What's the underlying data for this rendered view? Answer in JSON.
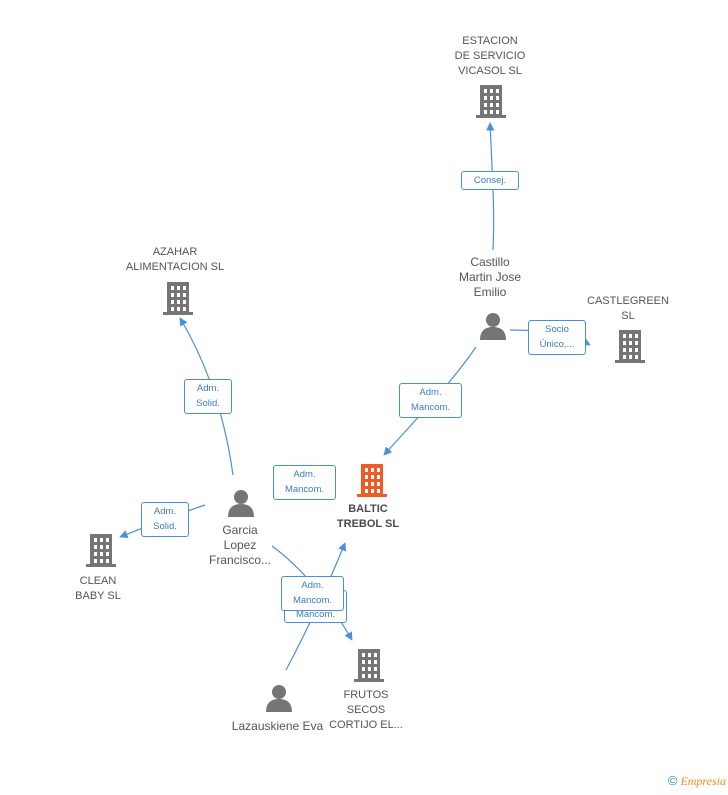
{
  "colors": {
    "edge": "#4a90d9",
    "building": "#757575",
    "building_main": "#f05a24",
    "person": "#757575"
  },
  "nodes": {
    "estacion": "ESTACION\nDE SERVICIO\nVICASOL  SL",
    "azahar": "AZAHAR\nALIMENTACION SL",
    "castillo": "Castillo\nMartin Jose\nEmilio",
    "castlegreen": "CASTLEGREEN\nSL",
    "baltic": "BALTIC\nTREBOL SL",
    "garcia": "Garcia\nLopez\nFrancisco...",
    "clean": "CLEAN\nBABY SL",
    "frutos": "FRUTOS\nSECOS\nCORTIJO EL...",
    "lazauskiene": "Lazauskiene Eva"
  },
  "edges": {
    "consej": "Consej.",
    "socio": "Socio\nÚnico,...",
    "adm_solid_azahar": "Adm.\nSolid.",
    "adm_mancom_castillo": "Adm.\nMancom.",
    "adm_mancom_garcia": "Adm.\nMancom.",
    "adm_solid_clean": "Adm.\nSolid.",
    "adm_mancom_laz_front": "Adm.\nMancom.",
    "adm_mancom_laz_back": "Mancom."
  },
  "footer": {
    "copyright": "©",
    "brand": "Empresia"
  }
}
